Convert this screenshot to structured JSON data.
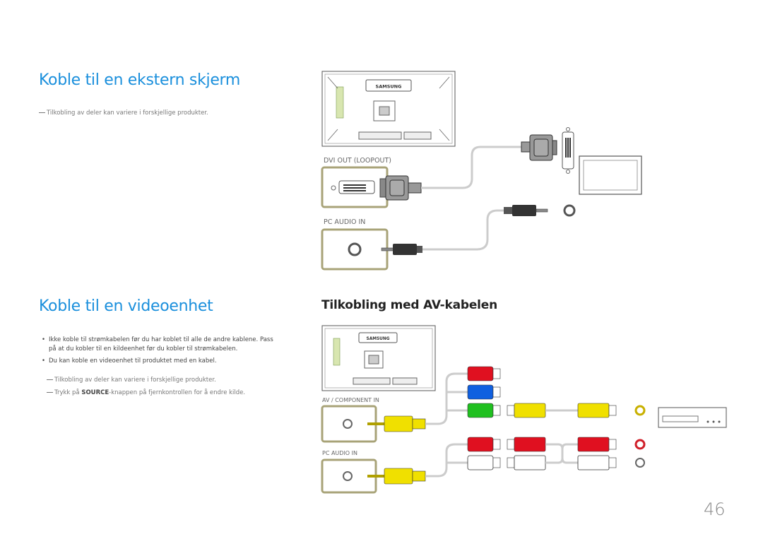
{
  "section1": {
    "title": "Koble til en ekstern skjerm",
    "note": "Tilkobling av deler kan variere i forskjellige produkter."
  },
  "diagram1": {
    "brand": "SAMSUNG",
    "dvi_label": "DVI OUT (LOOPOUT)",
    "audio_label": "PC AUDIO IN"
  },
  "section2": {
    "title": "Koble til en videoenhet",
    "bullets": [
      "Ikke koble til strømkabelen før du har koblet til alle de andre kablene. Pass på at du kobler til en kildeenhet før du kobler til strømkabelen.",
      "Du kan koble en videoenhet til produktet med en kabel."
    ],
    "note1": "Tilkobling av deler kan variere i forskjellige produkter.",
    "note2_pre": "Trykk på ",
    "note2_bold": "SOURCE",
    "note2_post": "-knappen på fjernkontrollen for å endre kilde."
  },
  "subsection": {
    "title": "Tilkobling med AV-kabelen"
  },
  "diagram2": {
    "brand": "SAMSUNG",
    "av_label": "AV / COMPONENT IN",
    "audio_label": "PC AUDIO IN"
  },
  "page_number": "46",
  "colors": {
    "heading": "#1a8fdc",
    "port_border": "#a8a378",
    "red": "#e01020",
    "blue": "#1060e0",
    "green": "#20c020",
    "yellow": "#f0e000"
  }
}
